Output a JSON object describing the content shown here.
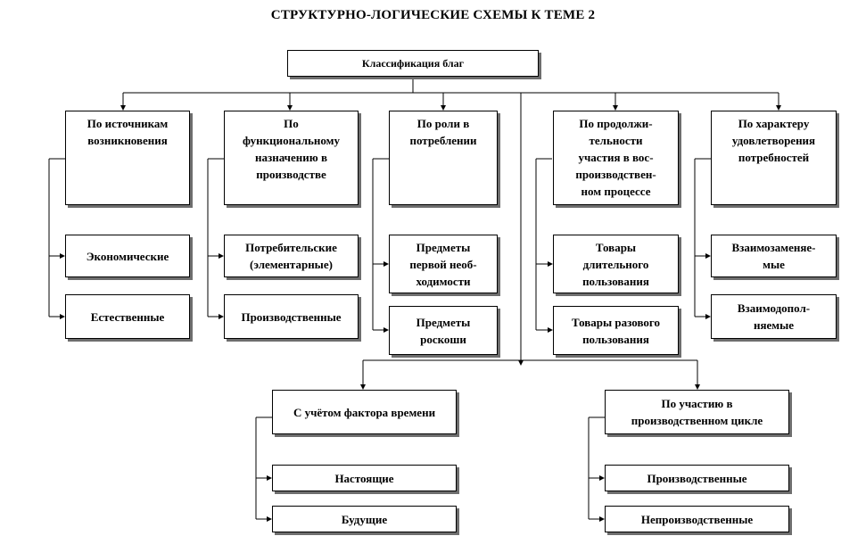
{
  "title": "СТРУКТУРНО-ЛОГИЧЕСКИЕ СХЕМЫ К ТЕМЕ 2",
  "root": "Классификация благ",
  "categories": [
    {
      "label": "По источникам\nвозникновения",
      "items": [
        "Экономические",
        "Естественные"
      ]
    },
    {
      "label": "По\nфункциональному\nназначению в\nпроизводстве",
      "items": [
        "Потребительские\n(элементарные)",
        "Производственные"
      ]
    },
    {
      "label": "По роли в\nпотреблении",
      "items": [
        "Предметы\nпервой необ-\nходимости",
        "Предметы\nроскоши"
      ]
    },
    {
      "label": "По продолжи-\nтельности\nучастия в вос-\nпроизводствен-\nном процессе",
      "items": [
        "Товары\nдлительного\nпользования",
        "Товары разового\nпользования"
      ]
    },
    {
      "label": "По характеру\nудовлетворения\nпотребностей",
      "items": [
        "Взаимозаменяе-\nмые",
        "Взаимодопол-\nняемые"
      ]
    },
    {
      "label": "С учётом фактора времени",
      "items": [
        "Настоящие",
        "Будущие"
      ]
    },
    {
      "label": "По участию в\nпроизводственном цикле",
      "items": [
        "Производственные",
        "Непроизводственные"
      ]
    }
  ]
}
